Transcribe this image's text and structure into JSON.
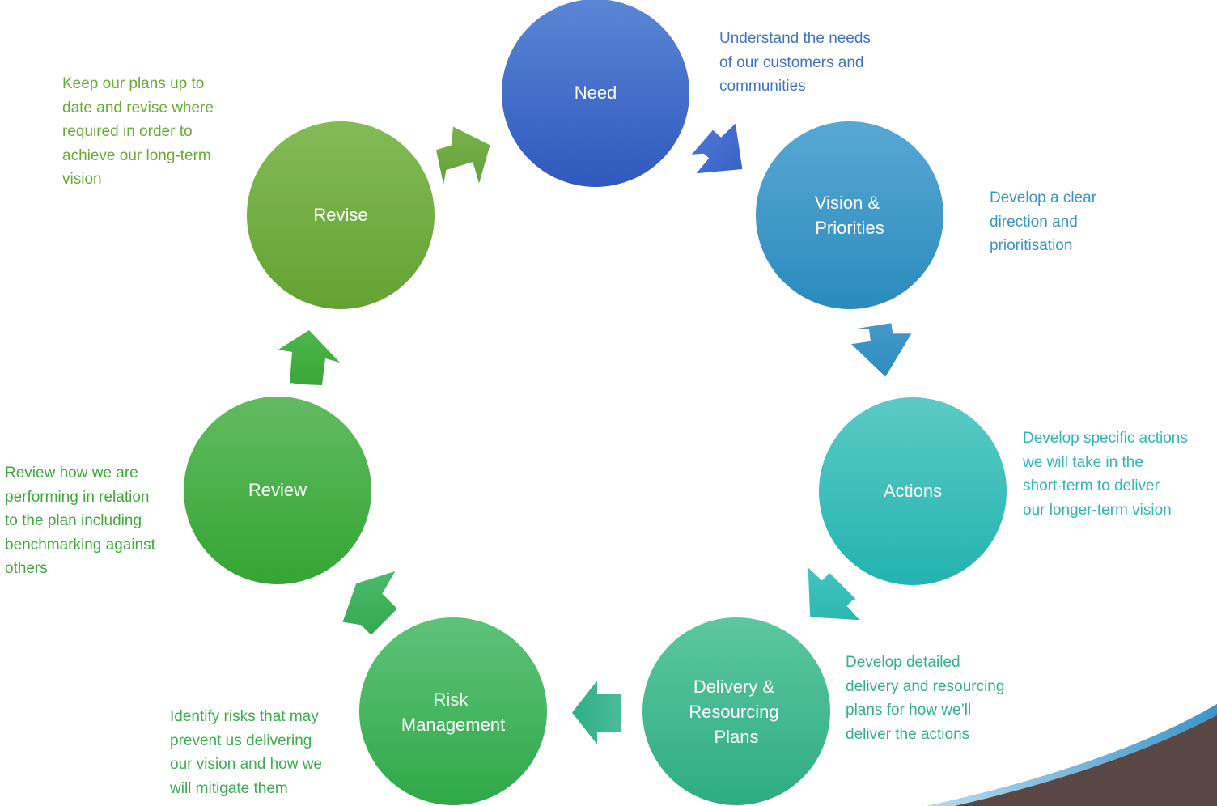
{
  "colors": {
    "need": "#3a63c4",
    "vision": "#2f8fc0",
    "actions": "#2cb9b6",
    "delivery": "#3ab592",
    "risk": "#3db25a",
    "review": "#41ab3d",
    "revise": "#6da33a"
  },
  "cycle": [
    {
      "id": "need",
      "label_lines": [
        "Need"
      ],
      "description_lines": [
        "Understand the needs",
        "of our customers and",
        "communities"
      ]
    },
    {
      "id": "vision",
      "label_lines": [
        "Vision &",
        "Priorities"
      ],
      "description_lines": [
        "Develop a clear",
        "direction and",
        "prioritisation"
      ]
    },
    {
      "id": "actions",
      "label_lines": [
        "Actions"
      ],
      "description_lines": [
        "Develop specific actions",
        "we will take in the",
        "short-term to deliver",
        "our longer-term vision"
      ]
    },
    {
      "id": "delivery",
      "label_lines": [
        "Delivery &",
        "Resourcing",
        "Plans"
      ],
      "description_lines": [
        "Develop detailed",
        "delivery and resourcing",
        "plans for how we’ll",
        "deliver the actions"
      ]
    },
    {
      "id": "risk",
      "label_lines": [
        "Risk",
        "Management"
      ],
      "description_lines": [
        "Identify risks that may",
        "prevent us delivering",
        "our vision and how we",
        "will mitigate them"
      ]
    },
    {
      "id": "review",
      "label_lines": [
        "Review"
      ],
      "description_lines": [
        "Review how we are",
        "performing in relation",
        "to the plan including",
        "benchmarking against",
        "others"
      ]
    },
    {
      "id": "revise",
      "label_lines": [
        "Revise"
      ],
      "description_lines": [
        "Keep our plans up to",
        "date and revise where",
        "required in order to",
        "achieve our long-term",
        "vision"
      ]
    }
  ]
}
